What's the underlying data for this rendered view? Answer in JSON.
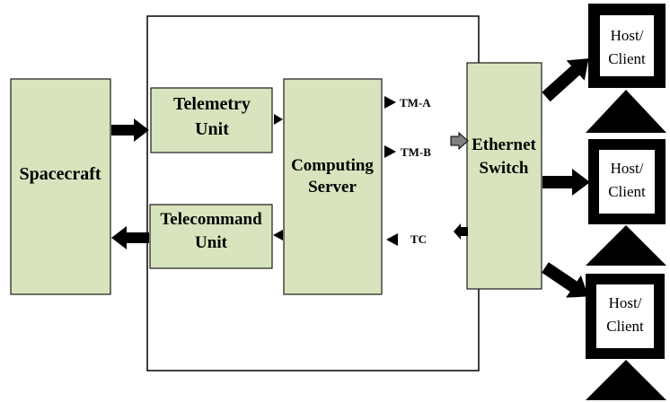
{
  "diagram": {
    "spacecraft": {
      "label": "Spacecraft"
    },
    "telemetry_unit": {
      "line1": "Telemetry",
      "line2": "Unit"
    },
    "telecommand_unit": {
      "line1": "Telecommand",
      "line2": "Unit"
    },
    "computing_server": {
      "line1": "Computing",
      "line2": "Server"
    },
    "ethernet_switch": {
      "line1": "Ethernet",
      "line2": "Switch"
    },
    "ports": {
      "tm_a": "TM-A",
      "tm_b": "TM-B",
      "tc": "TC"
    },
    "hosts": [
      {
        "line1": "Host/",
        "line2": "Client",
        "icon": "monitor-icon"
      },
      {
        "line1": "Host/",
        "line2": "Client",
        "icon": "monitor-icon"
      },
      {
        "line1": "Host/",
        "line2": "Client",
        "icon": "monitor-icon"
      }
    ]
  },
  "colors": {
    "block_fill": "#d7e4bd",
    "block_border": "#1a1a1a",
    "arrow": "#000000",
    "arrow_gray": "#808080",
    "monitor": "#000000",
    "screen": "#ffffff"
  }
}
